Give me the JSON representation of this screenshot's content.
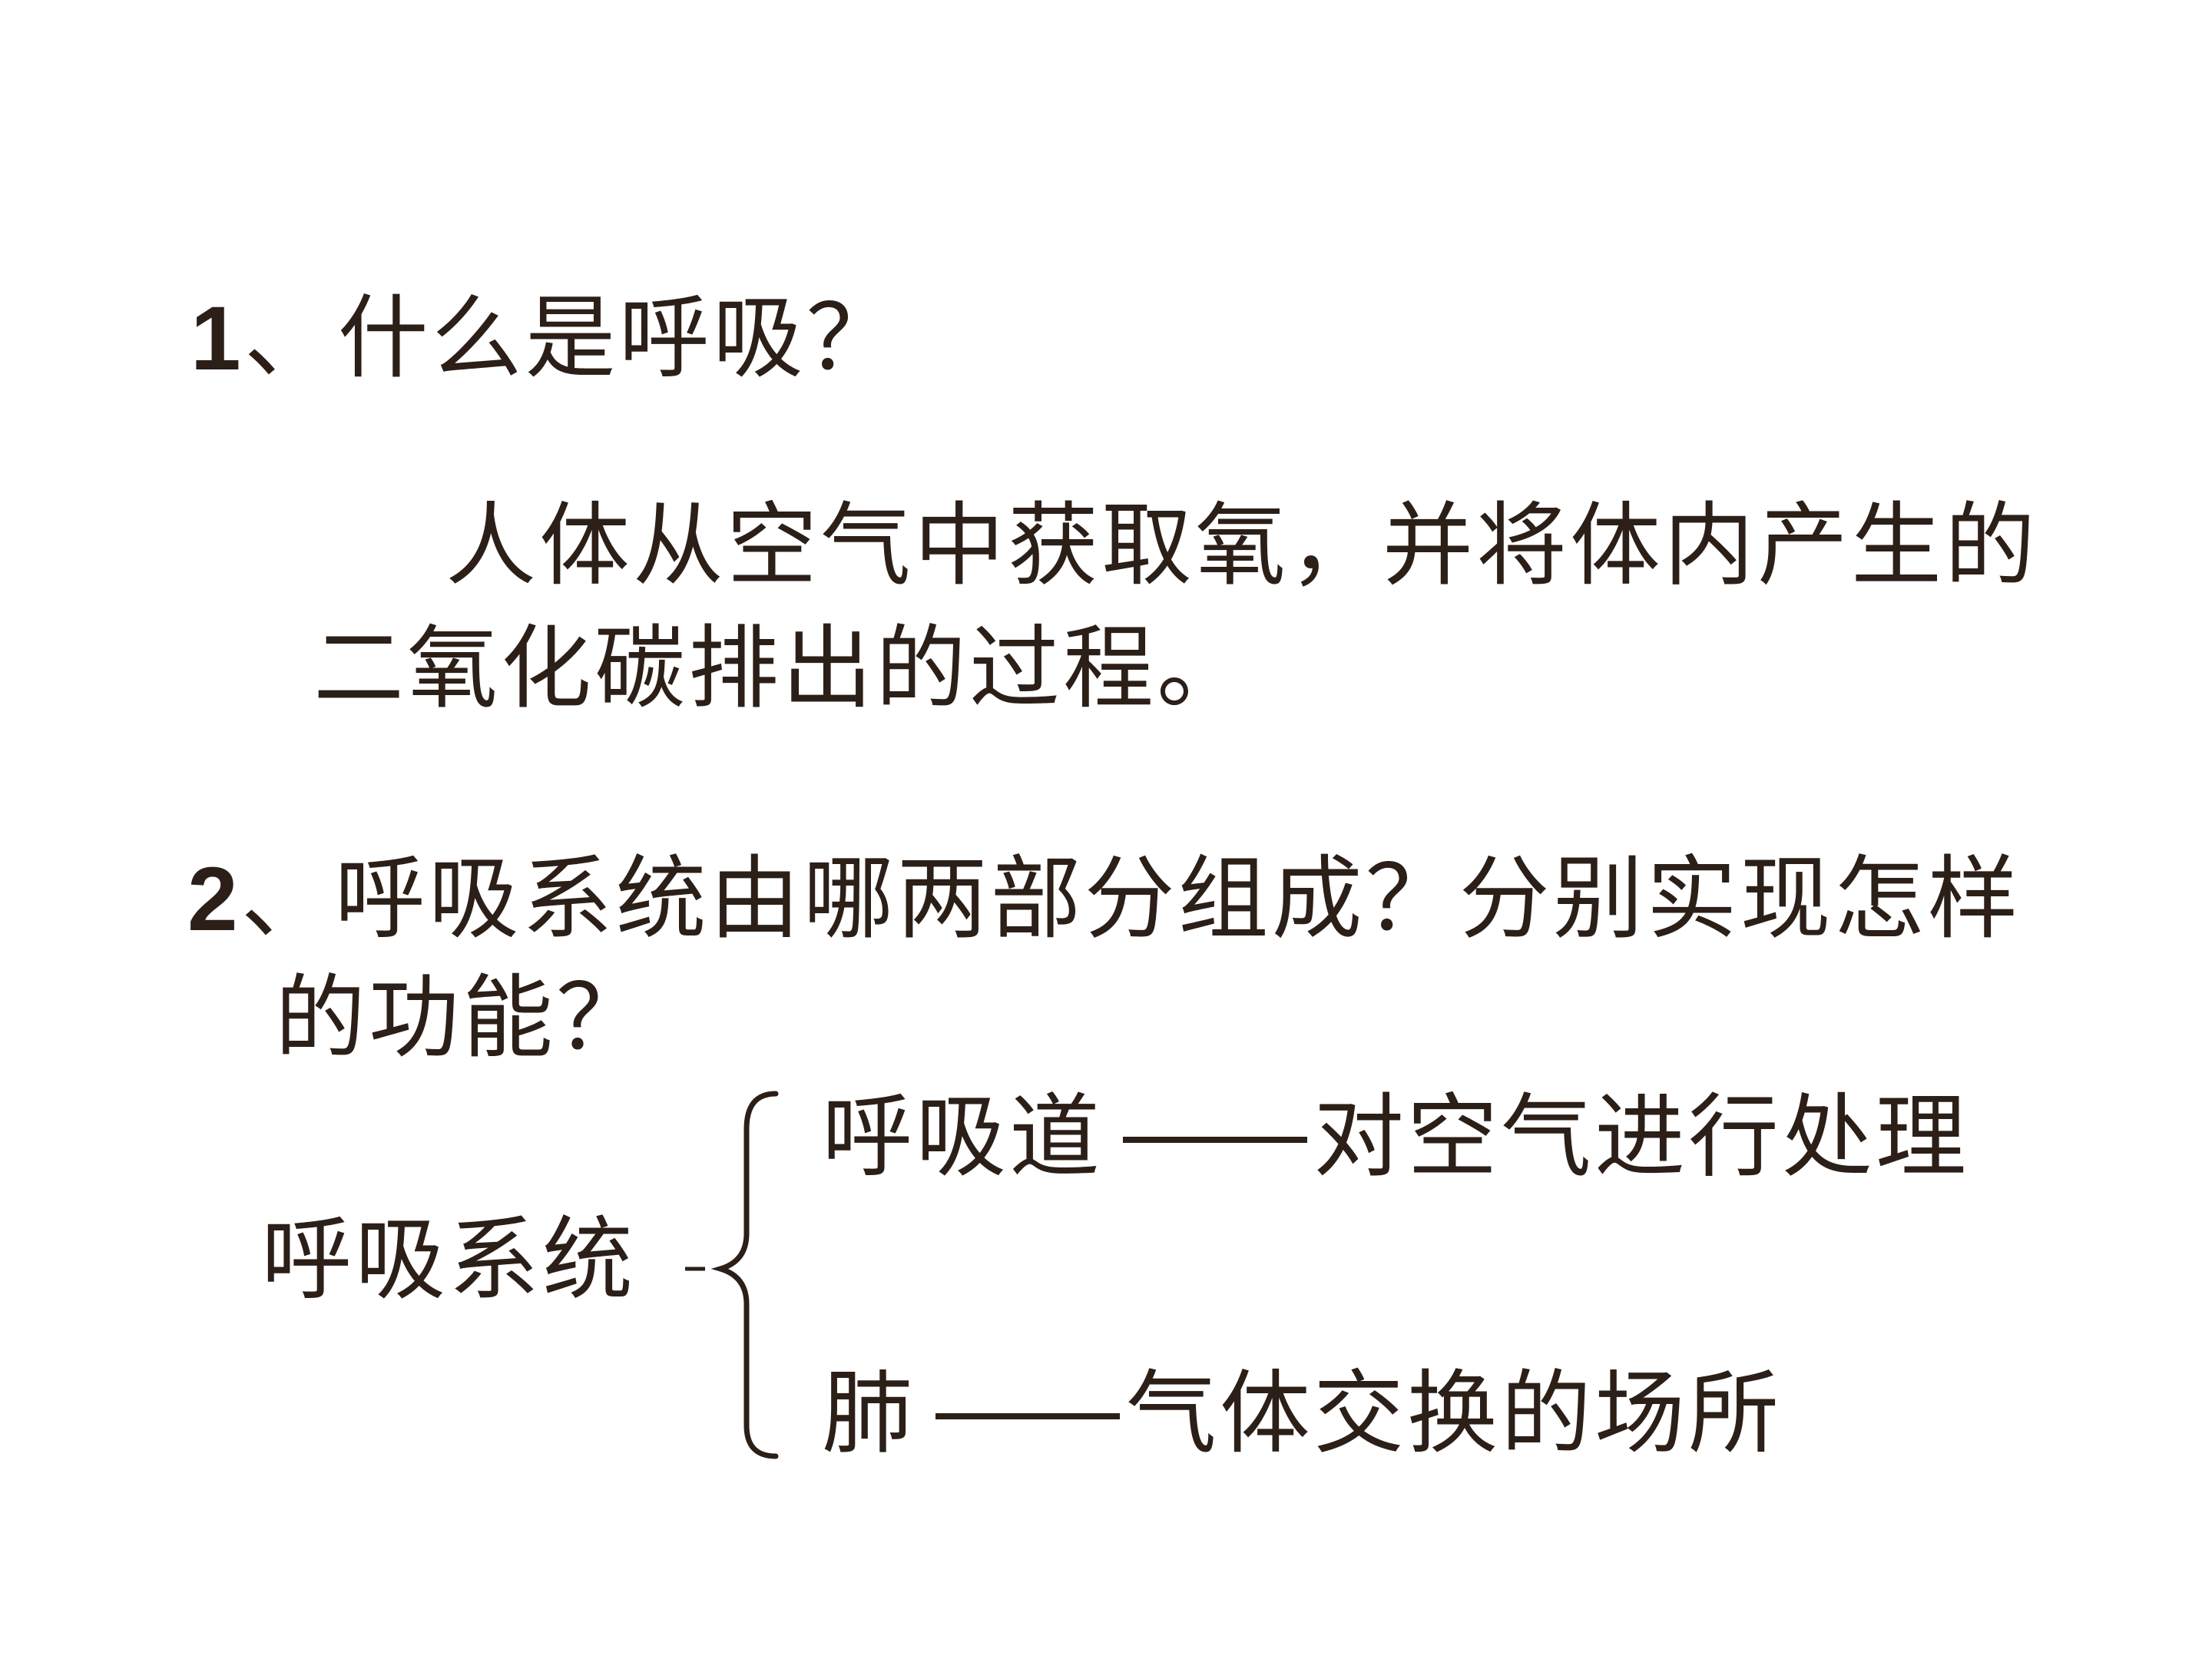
{
  "question1": {
    "number": "1",
    "text": "、什么是呼吸？"
  },
  "answer1": {
    "line1": "人体从空气中获取氧，并将体内产生的",
    "line2": "二氧化碳排出的过程。"
  },
  "question2": {
    "number": "2",
    "line1_text": "、呼吸系统由哪两部分组成？分别实现怎样",
    "line2": "的功能？"
  },
  "diagram": {
    "root": "呼吸系统",
    "branches": [
      {
        "part": "呼吸道",
        "function": "对空气进行处理"
      },
      {
        "part": "肺",
        "function": "气体交换的场所"
      }
    ]
  },
  "colors": {
    "text": "#2b1f18",
    "background": "#ffffff"
  }
}
